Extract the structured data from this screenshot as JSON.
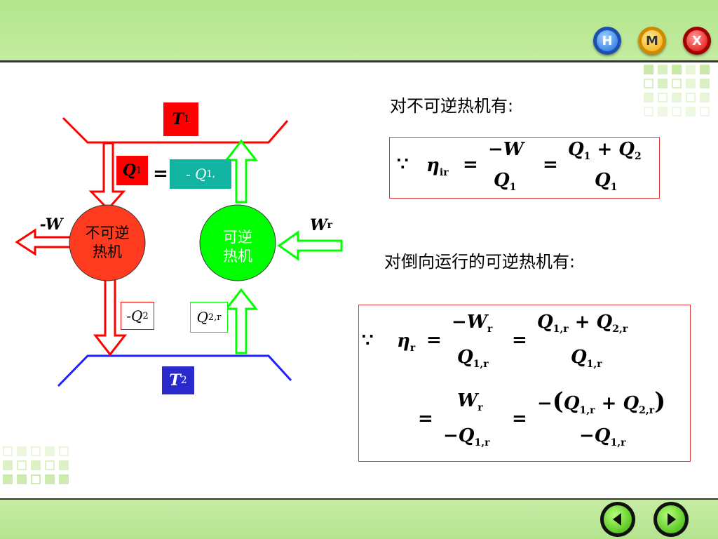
{
  "nav": {
    "home_label": "H",
    "menu_label": "M",
    "close_label": "X"
  },
  "diagram": {
    "hot_reservoir_label": "T",
    "hot_reservoir_sub": "1",
    "cold_reservoir_label": "T",
    "cold_reservoir_sub": "2",
    "q1_label": "Q",
    "q1_sub": "1",
    "equals": "=",
    "neg_q1r_label": "- Q",
    "neg_q1r_sub": "1,",
    "irreversible_engine_line1": "不可逆",
    "irreversible_engine_line2": "热机",
    "reversible_engine_line1": "可逆",
    "reversible_engine_line2": "热机",
    "neg_w_label": "-W",
    "wr_label": "W",
    "wr_sub": "r",
    "neg_q2_label": "-Q",
    "neg_q2_sub": "2",
    "q2r_label": "Q",
    "q2r_sub": "2,r"
  },
  "text": {
    "irreversible_heading": "对不可逆热机有:",
    "reverse_heading": "对倒向运行的可逆热机有:"
  },
  "colors": {
    "hot": "#ff0000",
    "cold": "#1f1fff",
    "reversible": "#00ff00",
    "irreversible": "#ff3b1f",
    "teal": "#12b3a0"
  }
}
